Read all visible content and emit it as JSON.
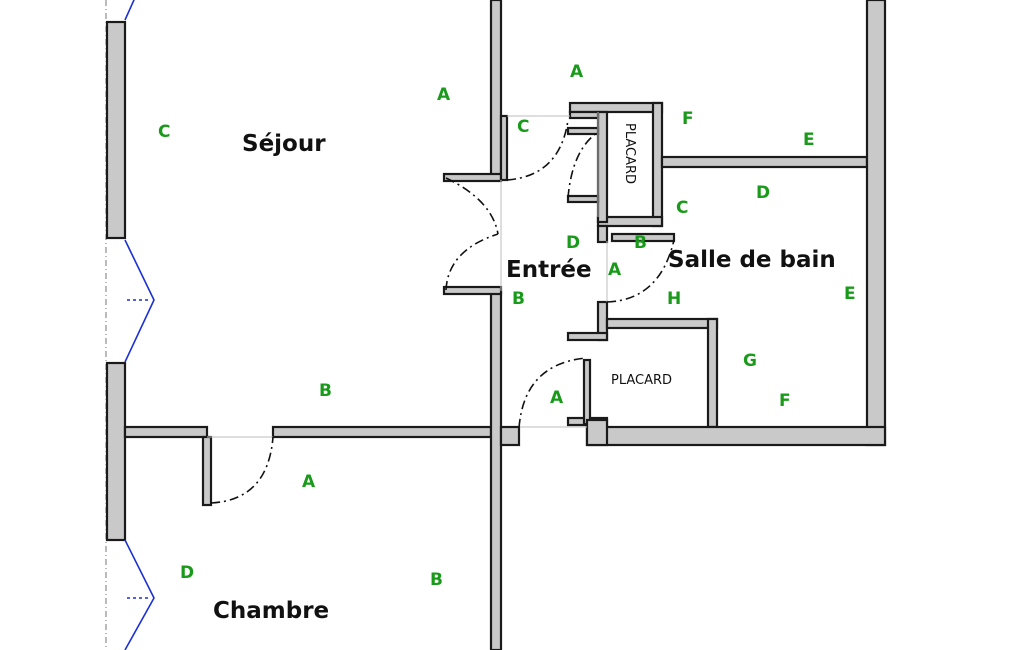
{
  "rooms": {
    "sejour": "Séjour",
    "entree": "Entrée",
    "salle_de_bain": "Salle de bain",
    "chambre": "Chambre",
    "placard_top": "PLACARD",
    "placard_bottom": "PLACARD"
  },
  "markers": {
    "sejour_a": "A",
    "sejour_b": "B",
    "sejour_c": "C",
    "entree_c": "C",
    "entree_a_top": "A",
    "entree_d": "D",
    "entree_b": "B",
    "entree_a_right": "A",
    "entree_a_low": "A",
    "placard_f": "F",
    "hall_e": "E",
    "sdb_c": "C",
    "sdb_d": "D",
    "sdb_b": "B",
    "sdb_h": "H",
    "sdb_e": "E",
    "sdb_g": "G",
    "sdb_f": "F",
    "chambre_a": "A",
    "chambre_d": "D",
    "chambre_b": "B"
  },
  "colors": {
    "wall_fill": "#c9c9c9",
    "wall_stroke": "#1a1a1a",
    "marker_green": "#1a9a1a",
    "window_blue": "#1a2fd6"
  }
}
